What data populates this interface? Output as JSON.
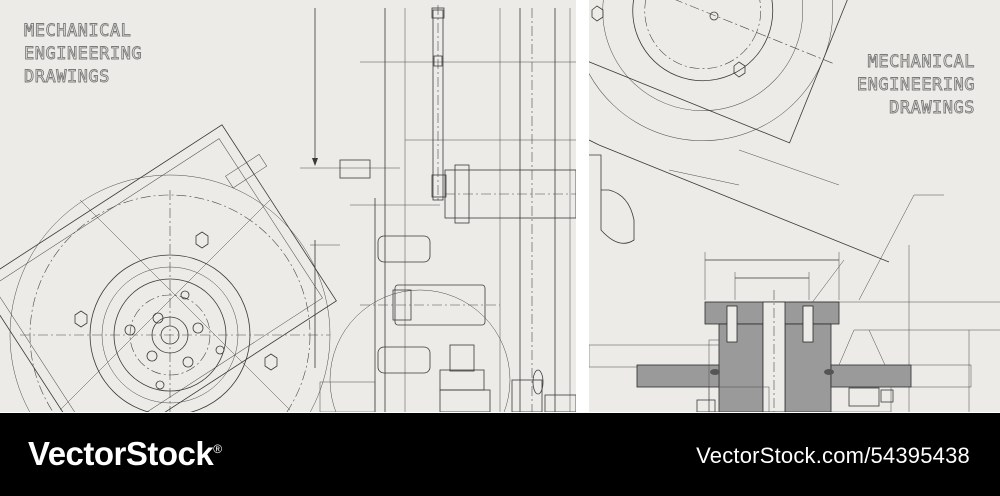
{
  "left_panel": {
    "title_lines": [
      "MECHANICAL",
      "ENGINEERING",
      "DRAWINGS"
    ]
  },
  "right_panel": {
    "title_lines": [
      "MECHANICAL",
      "ENGINEERING",
      "DRAWINGS"
    ]
  },
  "footer": {
    "brand": "VectorStock",
    "registered_mark": "®",
    "stock_id": "VectorStock.com/54395438"
  },
  "colors": {
    "paper": "#ecebe7",
    "line": "#3a3a3a",
    "footer_background": "#000000",
    "footer_text": "#ffffff"
  }
}
